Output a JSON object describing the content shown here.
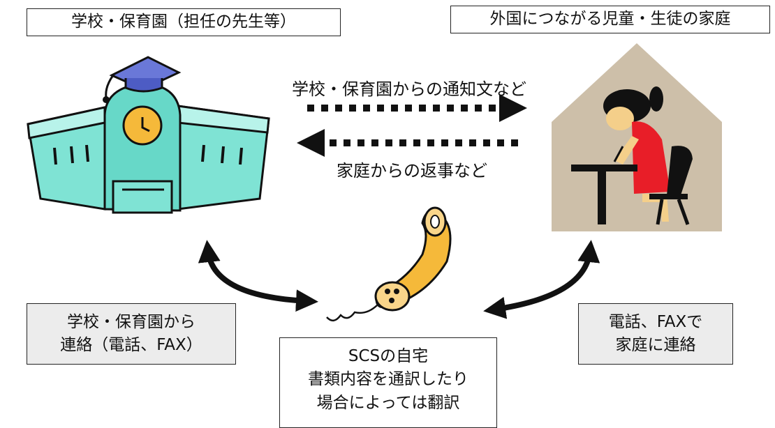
{
  "school_title": "学校・保育園（担任の先生等）",
  "family_title": "外国につながる児童・生徒の家庭",
  "arrow_to_family_label": "学校・保育園からの通知文など",
  "arrow_to_school_label": "家庭からの返事など",
  "school_contact": {
    "line1": "学校・保育園から",
    "line2": "連絡（電話、FAX）"
  },
  "family_contact": {
    "line1": "電話、FAXで",
    "line2": "家庭に連絡"
  },
  "scs": {
    "line1": "SCSの自宅",
    "line2": "書類内容を通訳したり",
    "line3": "場合によっては翻訳"
  }
}
